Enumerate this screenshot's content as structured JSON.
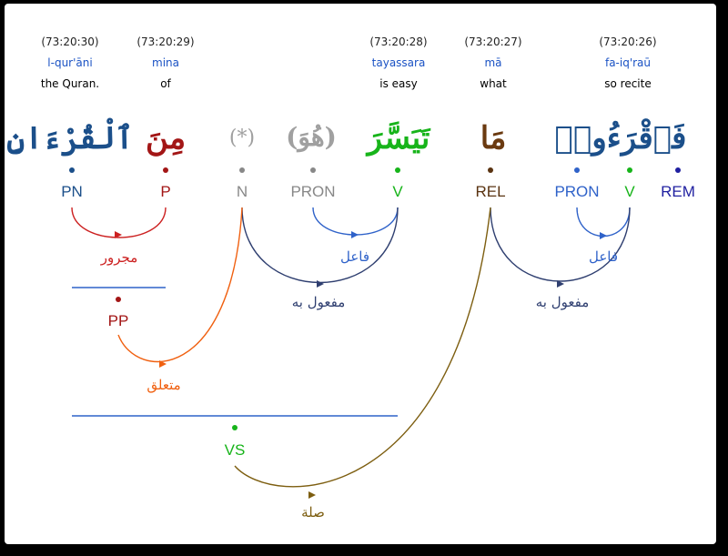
{
  "columns": [
    {
      "id": "c30",
      "ref": "(73:20:30)",
      "translit": "l-qur'āni",
      "gloss": "the Quran.",
      "arabic": "ٱلْقُرْءَانِ",
      "color": "#1b4f8a"
    },
    {
      "id": "c29",
      "ref": "(73:20:29)",
      "translit": "mina",
      "gloss": "of",
      "arabic": "مِنَ",
      "color": "#a31616"
    },
    {
      "id": "c28",
      "ref": "(73:20:28)",
      "translit": "tayassara",
      "gloss": "is easy",
      "arabic": "تَيَسَّرَ",
      "color": "#17b41a"
    },
    {
      "id": "c27",
      "ref": "(73:20:27)",
      "translit": "mā",
      "gloss": "what",
      "arabic": "مَا",
      "color": "#6b3a10"
    },
    {
      "id": "c26",
      "ref": "(73:20:26)",
      "translit": "fa-iq'raū",
      "gloss": "so recite",
      "arabic": "فَٱقْرَءُوا۟",
      "color": "#1b4f8a"
    }
  ],
  "hidden_words": [
    {
      "id": "hidden-n",
      "text": "(*)",
      "color": "#a0a0a0"
    },
    {
      "id": "hidden-pron",
      "text": "(هُوَ)",
      "color": "#a0a0a0"
    }
  ],
  "nodes": [
    {
      "id": "pn",
      "tag": "PN",
      "color": "#1b4f8a"
    },
    {
      "id": "p",
      "tag": "P",
      "color": "#a31616"
    },
    {
      "id": "n",
      "tag": "N",
      "color": "#888888"
    },
    {
      "id": "pron1",
      "tag": "PRON",
      "color": "#888888"
    },
    {
      "id": "v1",
      "tag": "V",
      "color": "#17b41a"
    },
    {
      "id": "rel",
      "tag": "REL",
      "color": "#5a3311"
    },
    {
      "id": "pron2",
      "tag": "PRON",
      "color": "#2f62c9"
    },
    {
      "id": "v2",
      "tag": "V",
      "color": "#17b41a"
    },
    {
      "id": "rem",
      "tag": "REM",
      "color": "#1f1fa0"
    },
    {
      "id": "pp",
      "tag": "PP",
      "color": "#a31616"
    },
    {
      "id": "vs",
      "tag": "VS",
      "color": "#17b41a"
    }
  ],
  "edges": [
    {
      "id": "majrur",
      "label": "مجرور",
      "color": "#cc2020"
    },
    {
      "id": "fail1",
      "label": "فاعل",
      "color": "#2f62c9"
    },
    {
      "id": "mafool1",
      "label": "مفعول به",
      "color": "#2f3f70"
    },
    {
      "id": "mutaalliq",
      "label": "متعلق",
      "color": "#f06010"
    },
    {
      "id": "fail2",
      "label": "فاعل",
      "color": "#2f62c9"
    },
    {
      "id": "mafool2",
      "label": "مفعول به",
      "color": "#2f3f70"
    },
    {
      "id": "sila",
      "label": "صلة",
      "color": "#7d5e10"
    }
  ]
}
